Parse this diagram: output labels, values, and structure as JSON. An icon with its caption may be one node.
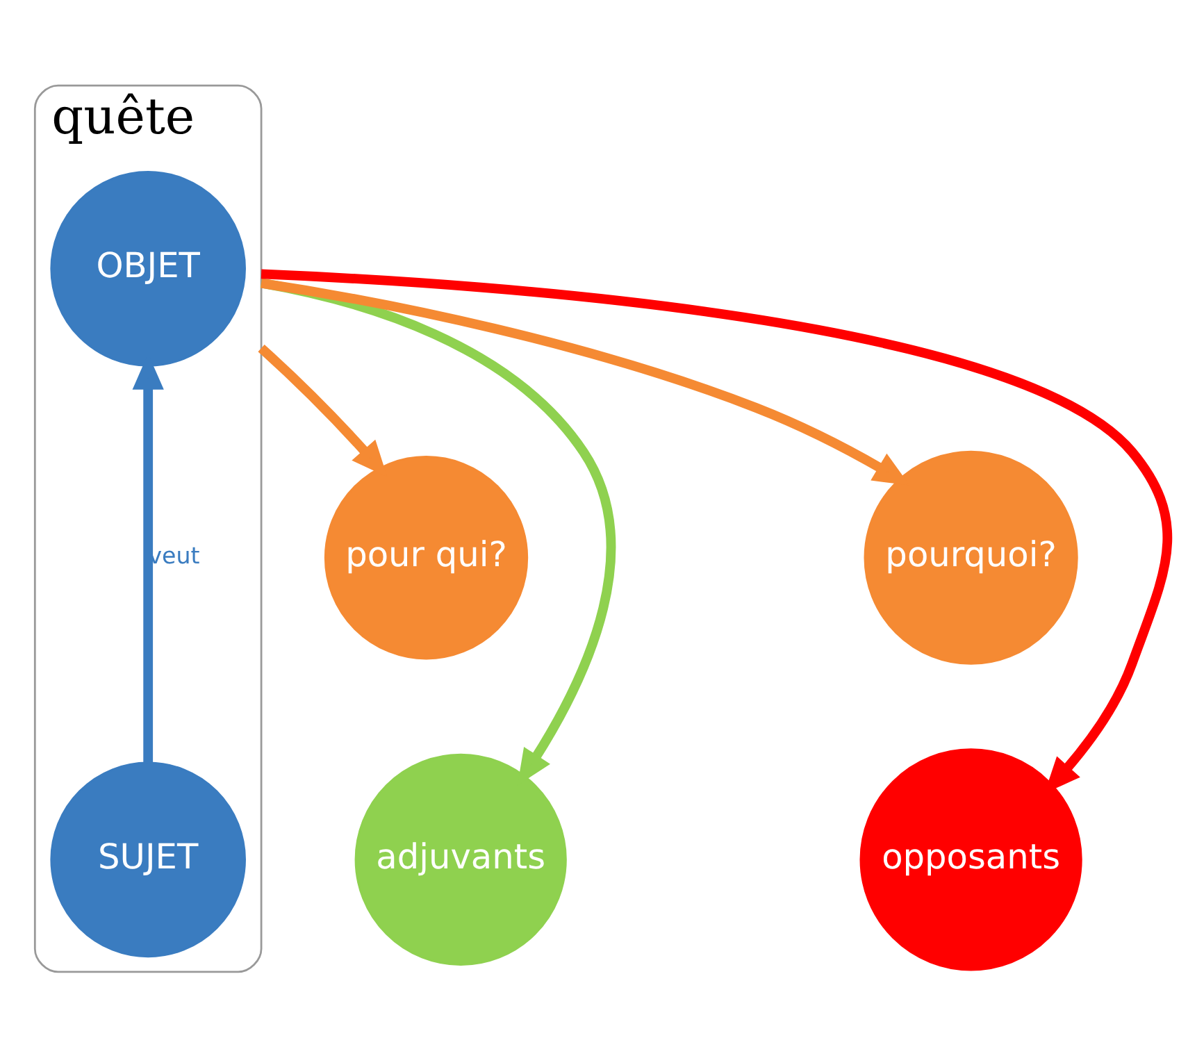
{
  "diagram": {
    "nodes": [
      {
        "text": [
          "quête"
        ]
      },
      {
        "text": [
          "OBJET"
        ],
        "in": 0
      },
      {
        "text": [
          "pour qui?"
        ]
      },
      {
        "text": [
          "pourquoi?"
        ]
      },
      {
        "text": [
          "adjuvants"
        ]
      },
      {
        "text": [
          "opposants"
        ]
      },
      {
        "text": [
          "SUJET"
        ],
        "in": 0
      }
    ],
    "edges": [
      {
        "from": 6,
        "to": 1,
        "arrow": "to",
        "label": "veut",
        "color": "#3a7cc0"
      },
      {
        "from": 0,
        "to": 2,
        "arrow": "to",
        "color": "#f58a33"
      },
      {
        "from": 0,
        "to": 3,
        "arrow": "to",
        "color": "#f58a33"
      },
      {
        "from": 0,
        "to": 4,
        "arrow": "to",
        "color": "#8fd14f"
      },
      {
        "from": 0,
        "to": 5,
        "arrow": "to",
        "color": "#ff0000"
      }
    ]
  }
}
